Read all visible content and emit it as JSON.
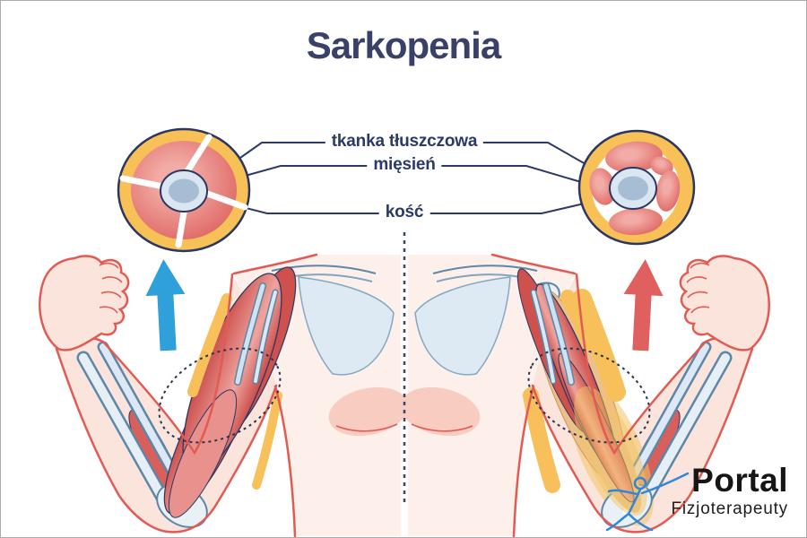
{
  "title": "Sarkopenia",
  "cross_section_labels": {
    "fat": "tkanka tłuszczowa",
    "muscle": "mięsień",
    "bone": "kość"
  },
  "logo": {
    "brand": "Portal",
    "subtitle": "Fizjoterapeuty"
  },
  "figures": {
    "left": {
      "icon": "muscular-arm-flexed",
      "arrow_icon": "up-arrow",
      "arrow_color": "#2FA0DA"
    },
    "right": {
      "icon": "atrophied-arm-flexed",
      "arrow_icon": "up-arrow",
      "arrow_color": "#E0605F"
    }
  },
  "colors": {
    "title_text": "#3A4168",
    "label_text": "#2B3A66",
    "connector_line": "#2B3A66",
    "fat": "#F8C157",
    "muscle": "#DD5F5C",
    "muscle_light": "#F2ABA6",
    "bone_ring": "#DAE7F3",
    "bone_core": "#A6BDD3",
    "skin": "#FBE4DC",
    "skin_outline": "#E25B53",
    "arm_bone_fill": "#E6EFF6",
    "arm_bone_stroke": "#5C87A8",
    "divider": "#3A4668",
    "logo_text": "#161616",
    "logo_figure": "#2E86DE",
    "frame_border": "#ABABAB"
  }
}
